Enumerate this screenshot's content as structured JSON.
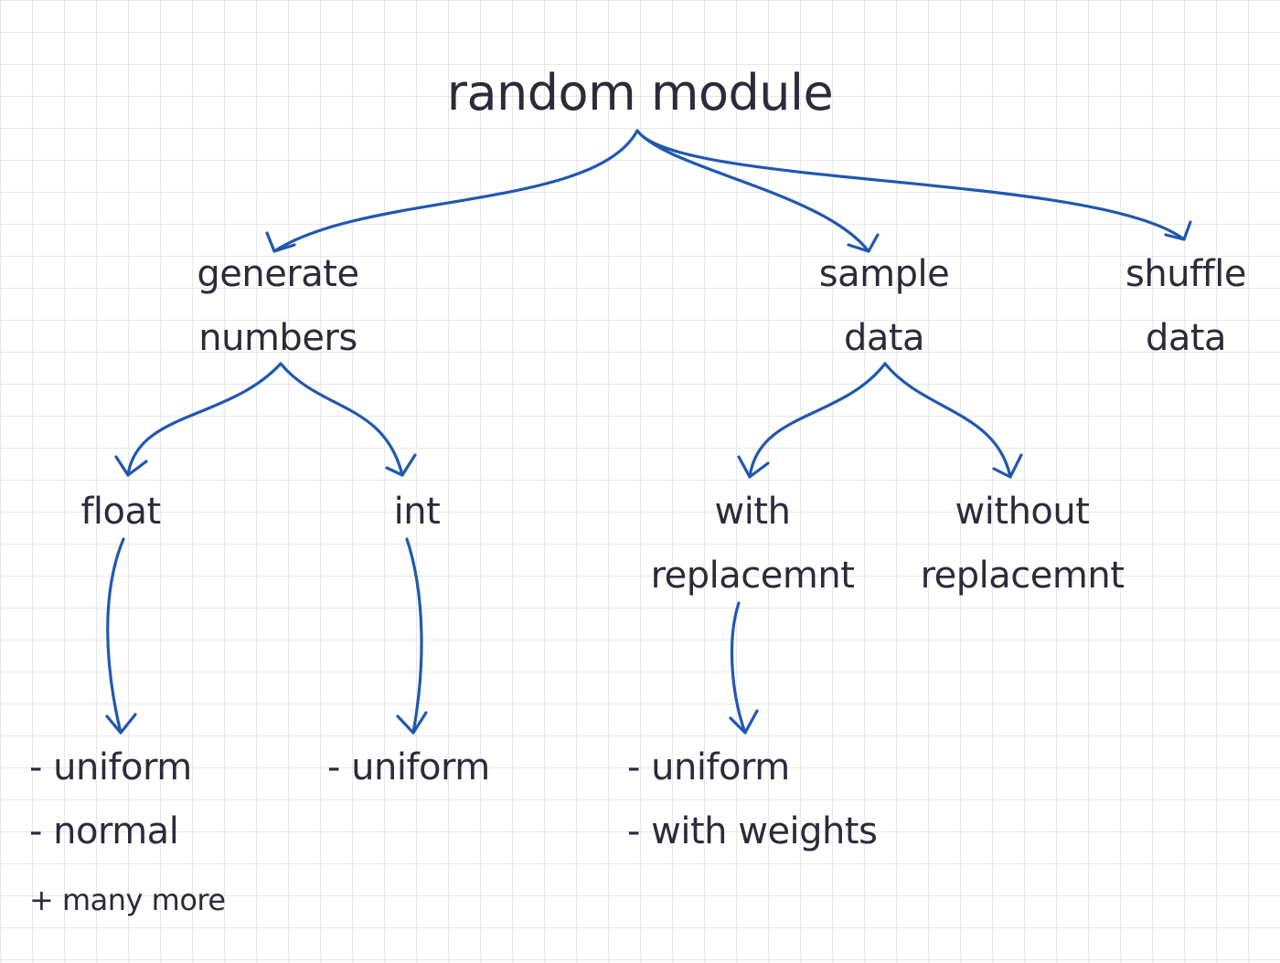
{
  "title": "random module",
  "nodes": {
    "generate_numbers": [
      "generate",
      "numbers"
    ],
    "sample_data": [
      "sample",
      "data"
    ],
    "shuffle_data": [
      "shuffle",
      "data"
    ],
    "float": "float",
    "int": "int",
    "with_replacement": [
      "with",
      "replacemnt"
    ],
    "without_replacement": [
      "without",
      "replacemnt"
    ]
  },
  "lists": {
    "float": [
      "- uniform",
      "- normal"
    ],
    "int": [
      "- uniform"
    ],
    "with_replacement": [
      "- uniform",
      "- with weights"
    ]
  },
  "note": "+ many more",
  "colors": {
    "arrow": "#1f58b0",
    "text": "#2b2b3a",
    "grid": "#e7e7e7"
  }
}
